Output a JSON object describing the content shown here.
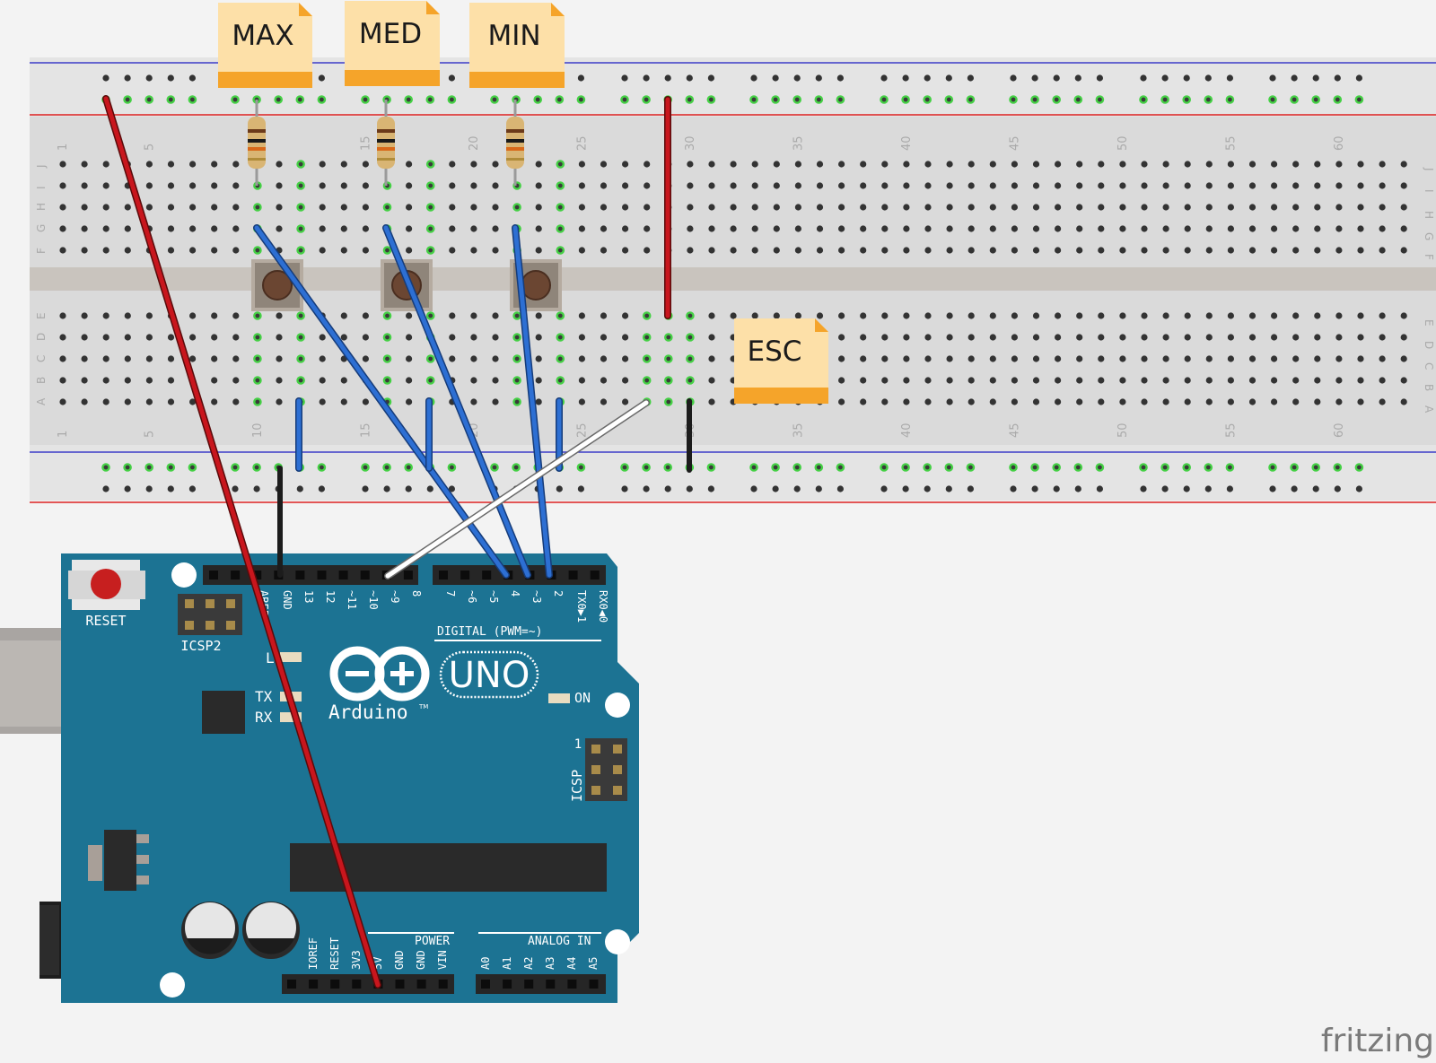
{
  "notes": {
    "max": "MAX",
    "med": "MED",
    "min": "MIN",
    "esc": "ESC"
  },
  "breadboard": {
    "column_numbers": [
      "1",
      "5",
      "10",
      "15",
      "20",
      "25",
      "30",
      "35",
      "40",
      "45",
      "50",
      "55",
      "60"
    ],
    "rows_top": [
      "J",
      "I",
      "H",
      "G",
      "F"
    ],
    "rows_bottom": [
      "E",
      "D",
      "C",
      "B",
      "A"
    ]
  },
  "arduino": {
    "reset_label": "RESET",
    "icsp2_label": "ICSP2",
    "icsp_label": "ICSP",
    "icsp_pin1": "1",
    "logo_text": "Arduino",
    "tm": "TM",
    "uno_text": "UNO",
    "on_label": "ON",
    "l_label": "L",
    "tx_label": "TX",
    "rx_label": "RX",
    "digital_label": "DIGITAL (PWM=~)",
    "power_label": "POWER",
    "analog_label": "ANALOG IN",
    "digital_pins": [
      "AREF",
      "GND",
      "13",
      "12",
      "~11",
      "~10",
      "~9",
      "8",
      "7",
      "~6",
      "~5",
      "4",
      "~3",
      "2",
      "TX0▶1",
      "RX0◀0"
    ],
    "power_pins": [
      "IOREF",
      "RESET",
      "3V3",
      "5V",
      "GND",
      "GND",
      "VIN"
    ],
    "analog_pins": [
      "A0",
      "A1",
      "A2",
      "A3",
      "A4",
      "A5"
    ]
  },
  "brand": "fritzing",
  "colors": {
    "board": "#1c7393",
    "breadboard": "#dcdcdc",
    "note": "#fde0a8",
    "note_band": "#f5a42a",
    "wire_red": "#c8161d",
    "wire_blue": "#2d6fd3",
    "wire_black": "#1c1c1c",
    "wire_white": "#ffffff"
  }
}
